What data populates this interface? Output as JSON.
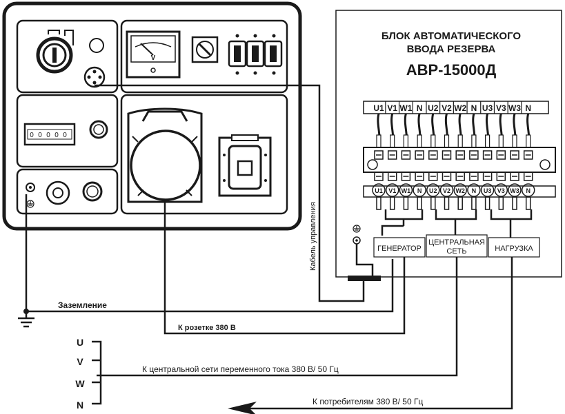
{
  "abr_panel": {
    "title_line1": "БЛОК АВТОМАТИЧЕСКОГО",
    "title_line2": "ВВОДА РЕЗЕРВА",
    "model": "АВР-15000Д",
    "terminal_labels": [
      "U1",
      "V1",
      "W1",
      "N",
      "U2",
      "V2",
      "W2",
      "N",
      "U3",
      "V3",
      "W3",
      "N"
    ],
    "group_generator": "ГЕНЕРАТОР",
    "group_mains_line1": "ЦЕНТРАЛЬНАЯ",
    "group_mains_line2": "СЕТЬ",
    "group_load": "НАГРУЗКА"
  },
  "generator_panel": {
    "meter_unit": "V",
    "counter_digits": [
      "0",
      "0",
      "0",
      "0",
      "0"
    ]
  },
  "wires": {
    "control_cable": "Кабель управления",
    "grounding": "Заземление",
    "to_socket": "К розетке 380 В",
    "to_mains": "К центральной сети переменного тока 380 В/ 50 Гц",
    "to_consumers": "К потребителям 380 В/ 50 Гц"
  },
  "phases": [
    "U",
    "V",
    "W",
    "N"
  ],
  "colors": {
    "line": "#1a1a1a",
    "background": "#ffffff"
  }
}
